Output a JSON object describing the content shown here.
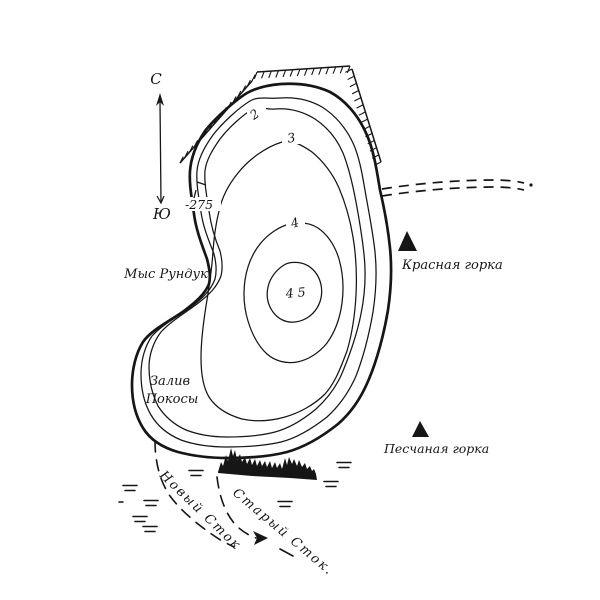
{
  "compass": {
    "north": "С",
    "south": "Ю"
  },
  "depth_contours": [
    {
      "label": "2"
    },
    {
      "label": "3"
    },
    {
      "label": "4"
    },
    {
      "label": "4 5"
    }
  ],
  "elevation_mark": {
    "label": "-275"
  },
  "places": {
    "cape": {
      "name": "Мыс Рундук"
    },
    "bay": {
      "line1": "Залив",
      "line2": "Покосы"
    },
    "red_hill": {
      "name": "Красная горка",
      "marker": "peak-triangle-icon"
    },
    "sand_hill": {
      "name": "Песчаная горка",
      "marker": "peak-triangle-icon"
    },
    "new_outflow": {
      "name": "Новый Сток"
    },
    "old_outflow": {
      "name": "Старый Сток."
    }
  },
  "symbols": {
    "marsh": "marsh-equals-icon",
    "forest": "forest-silhouette-icon",
    "cliff": "hatched-cliff-icon",
    "road": "double-dashed-road"
  },
  "colors": {
    "ink": "#161616",
    "paper": "#ffffff"
  }
}
